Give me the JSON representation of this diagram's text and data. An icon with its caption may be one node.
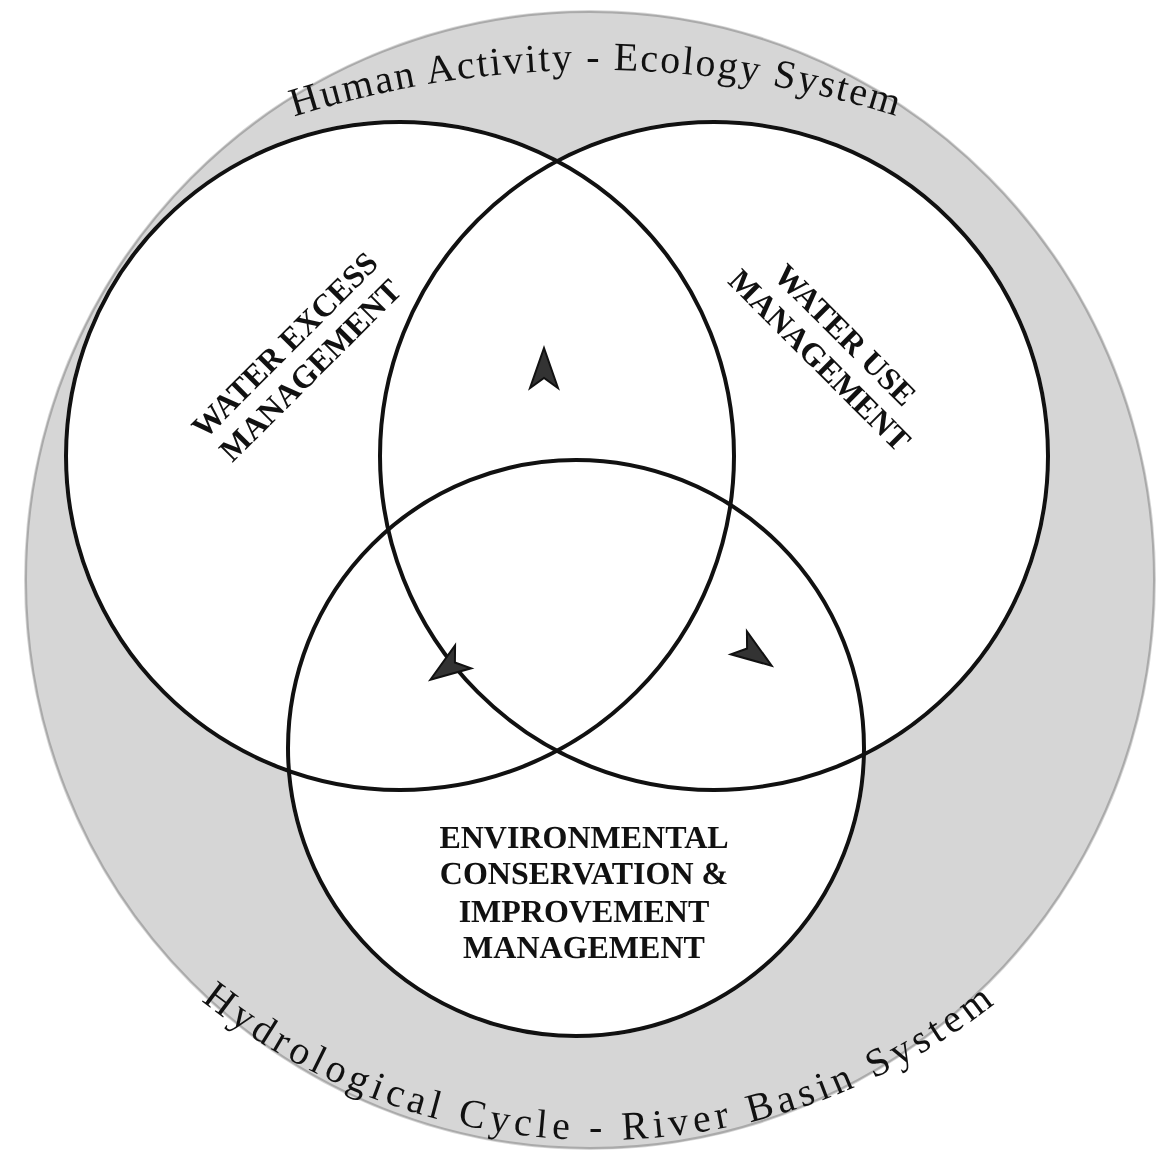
{
  "diagram": {
    "nodes": [
      {
        "text": [
          "Human Activity - Ecology System",
          "Hydrological Cycle - River Basin System"
        ]
      },
      {
        "text": [
          "WATER EXCESS MANAGEMENT"
        ],
        "in": 0
      },
      {
        "text": [
          "WATER USE MANAGEMENT"
        ],
        "in": 0
      },
      {
        "text": [
          "ENVIRONMENTAL CONSERVATION & IMPROVEMENT MANAGEMENT"
        ],
        "in": 0
      }
    ]
  }
}
